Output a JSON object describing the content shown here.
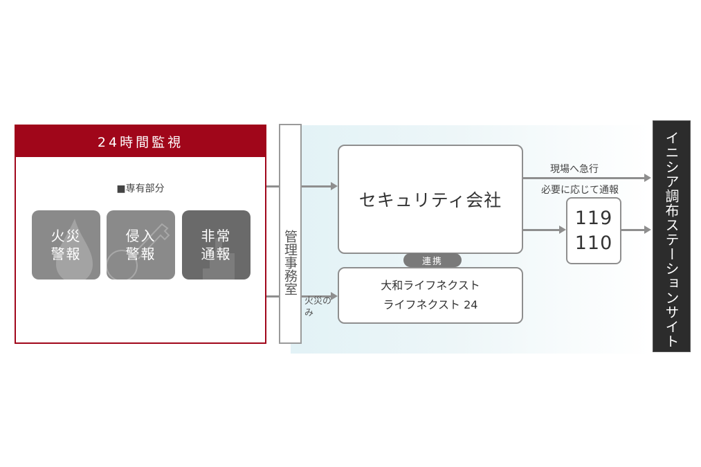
{
  "monitor": {
    "title": "24時間監視",
    "section_label": "■専有部分",
    "tiles": [
      {
        "label": "火災警報",
        "icon": "flame-icon",
        "color": "#8a8a8a"
      },
      {
        "label": "侵入警報",
        "icon": "key-icon",
        "color": "#8a8a8a"
      },
      {
        "label": "非常通報",
        "icon": "hand-icon",
        "color": "#6a6a6a"
      }
    ],
    "accent_color": "#a0061a"
  },
  "office": {
    "label": "管理事務室"
  },
  "security_company": {
    "label": "セキュリティ会社"
  },
  "collaboration": {
    "label": "連携"
  },
  "lifenext": {
    "line1": "大和ライフネクスト",
    "line2": "ライフネクスト 24"
  },
  "fire_only": {
    "label": "火災のみ"
  },
  "flows": {
    "rush": "現場へ急行",
    "notify": "必要に応じて通報"
  },
  "emergency_numbers": {
    "fire": "119",
    "police": "110"
  },
  "destination": {
    "label": "イニシア調布ステーションサイト",
    "color": "#2c2c2c"
  }
}
